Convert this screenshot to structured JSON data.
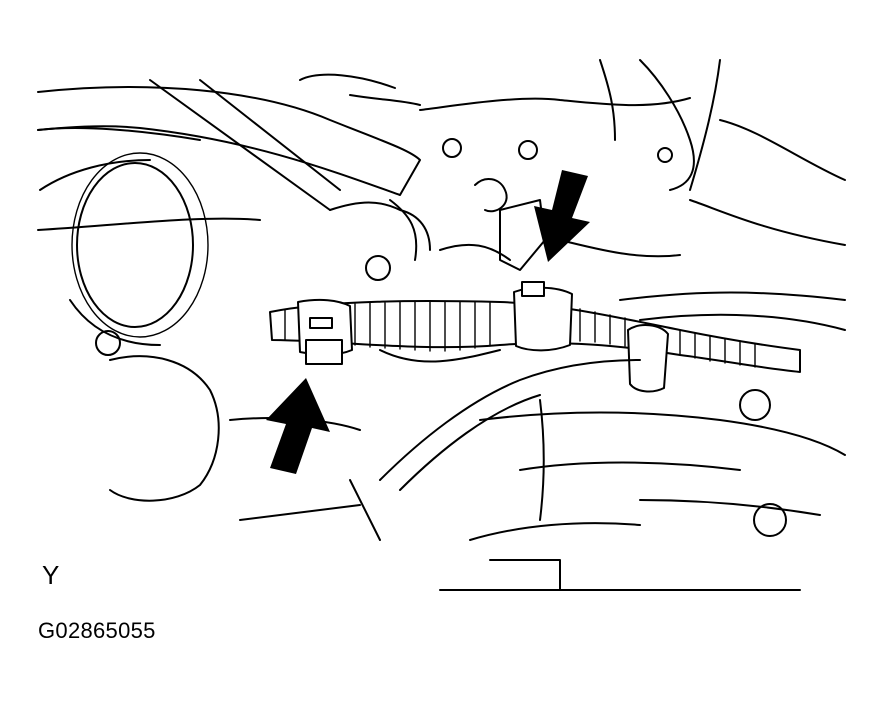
{
  "figure": {
    "view_label": "Y",
    "figure_code": "G02865055"
  },
  "colors": {
    "line": "#000000",
    "background": "#ffffff",
    "arrow": "#000000"
  },
  "callouts": [
    {
      "name": "clamp-arrow-upper",
      "direction": "down"
    },
    {
      "name": "clamp-arrow-lower",
      "direction": "up"
    }
  ]
}
